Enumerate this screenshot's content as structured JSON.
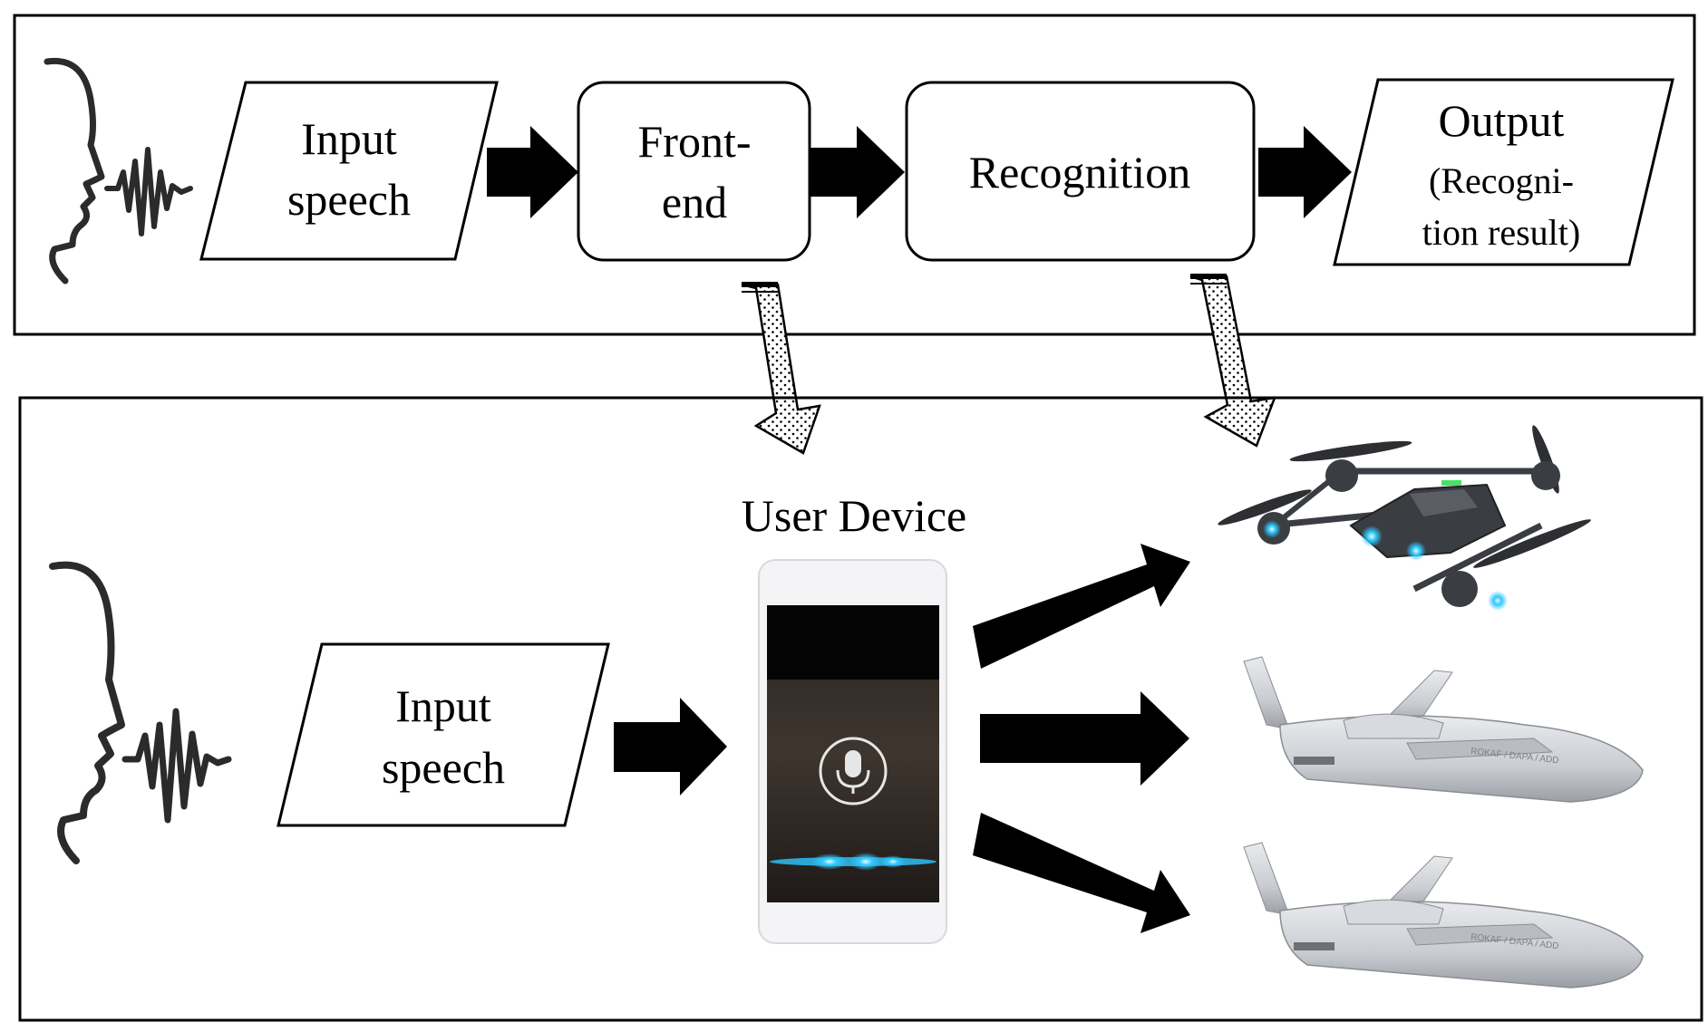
{
  "top_pipeline": {
    "input_shape_label": [
      "Input",
      "speech"
    ],
    "frontend_label": [
      "Front-",
      "end"
    ],
    "recognition_label": "Recognition",
    "output_label": "Output",
    "output_sublabel": [
      "(Recogni-",
      "tion result)"
    ]
  },
  "bottom_pipeline": {
    "input_shape_label": [
      "Input",
      "speech"
    ],
    "device_title": "User Device",
    "microphone_icon": "microphone-icon",
    "targets": [
      {
        "name": "quadcopter-drone",
        "icon": "quadcopter-drone-icon"
      },
      {
        "name": "fixed-wing-drone",
        "icon": "fixed-wing-uav-icon",
        "marking": "ROKAF / DAPA / ADD"
      },
      {
        "name": "fixed-wing-drone",
        "icon": "fixed-wing-uav-icon",
        "marking": "ROKAF / DAPA / ADD"
      }
    ]
  },
  "colors": {
    "stroke": "#000000",
    "background": "#ffffff",
    "led_blue": "#2ec8ff",
    "drone_body": "#3a3d42",
    "uav_body": "#c9ccd1"
  }
}
